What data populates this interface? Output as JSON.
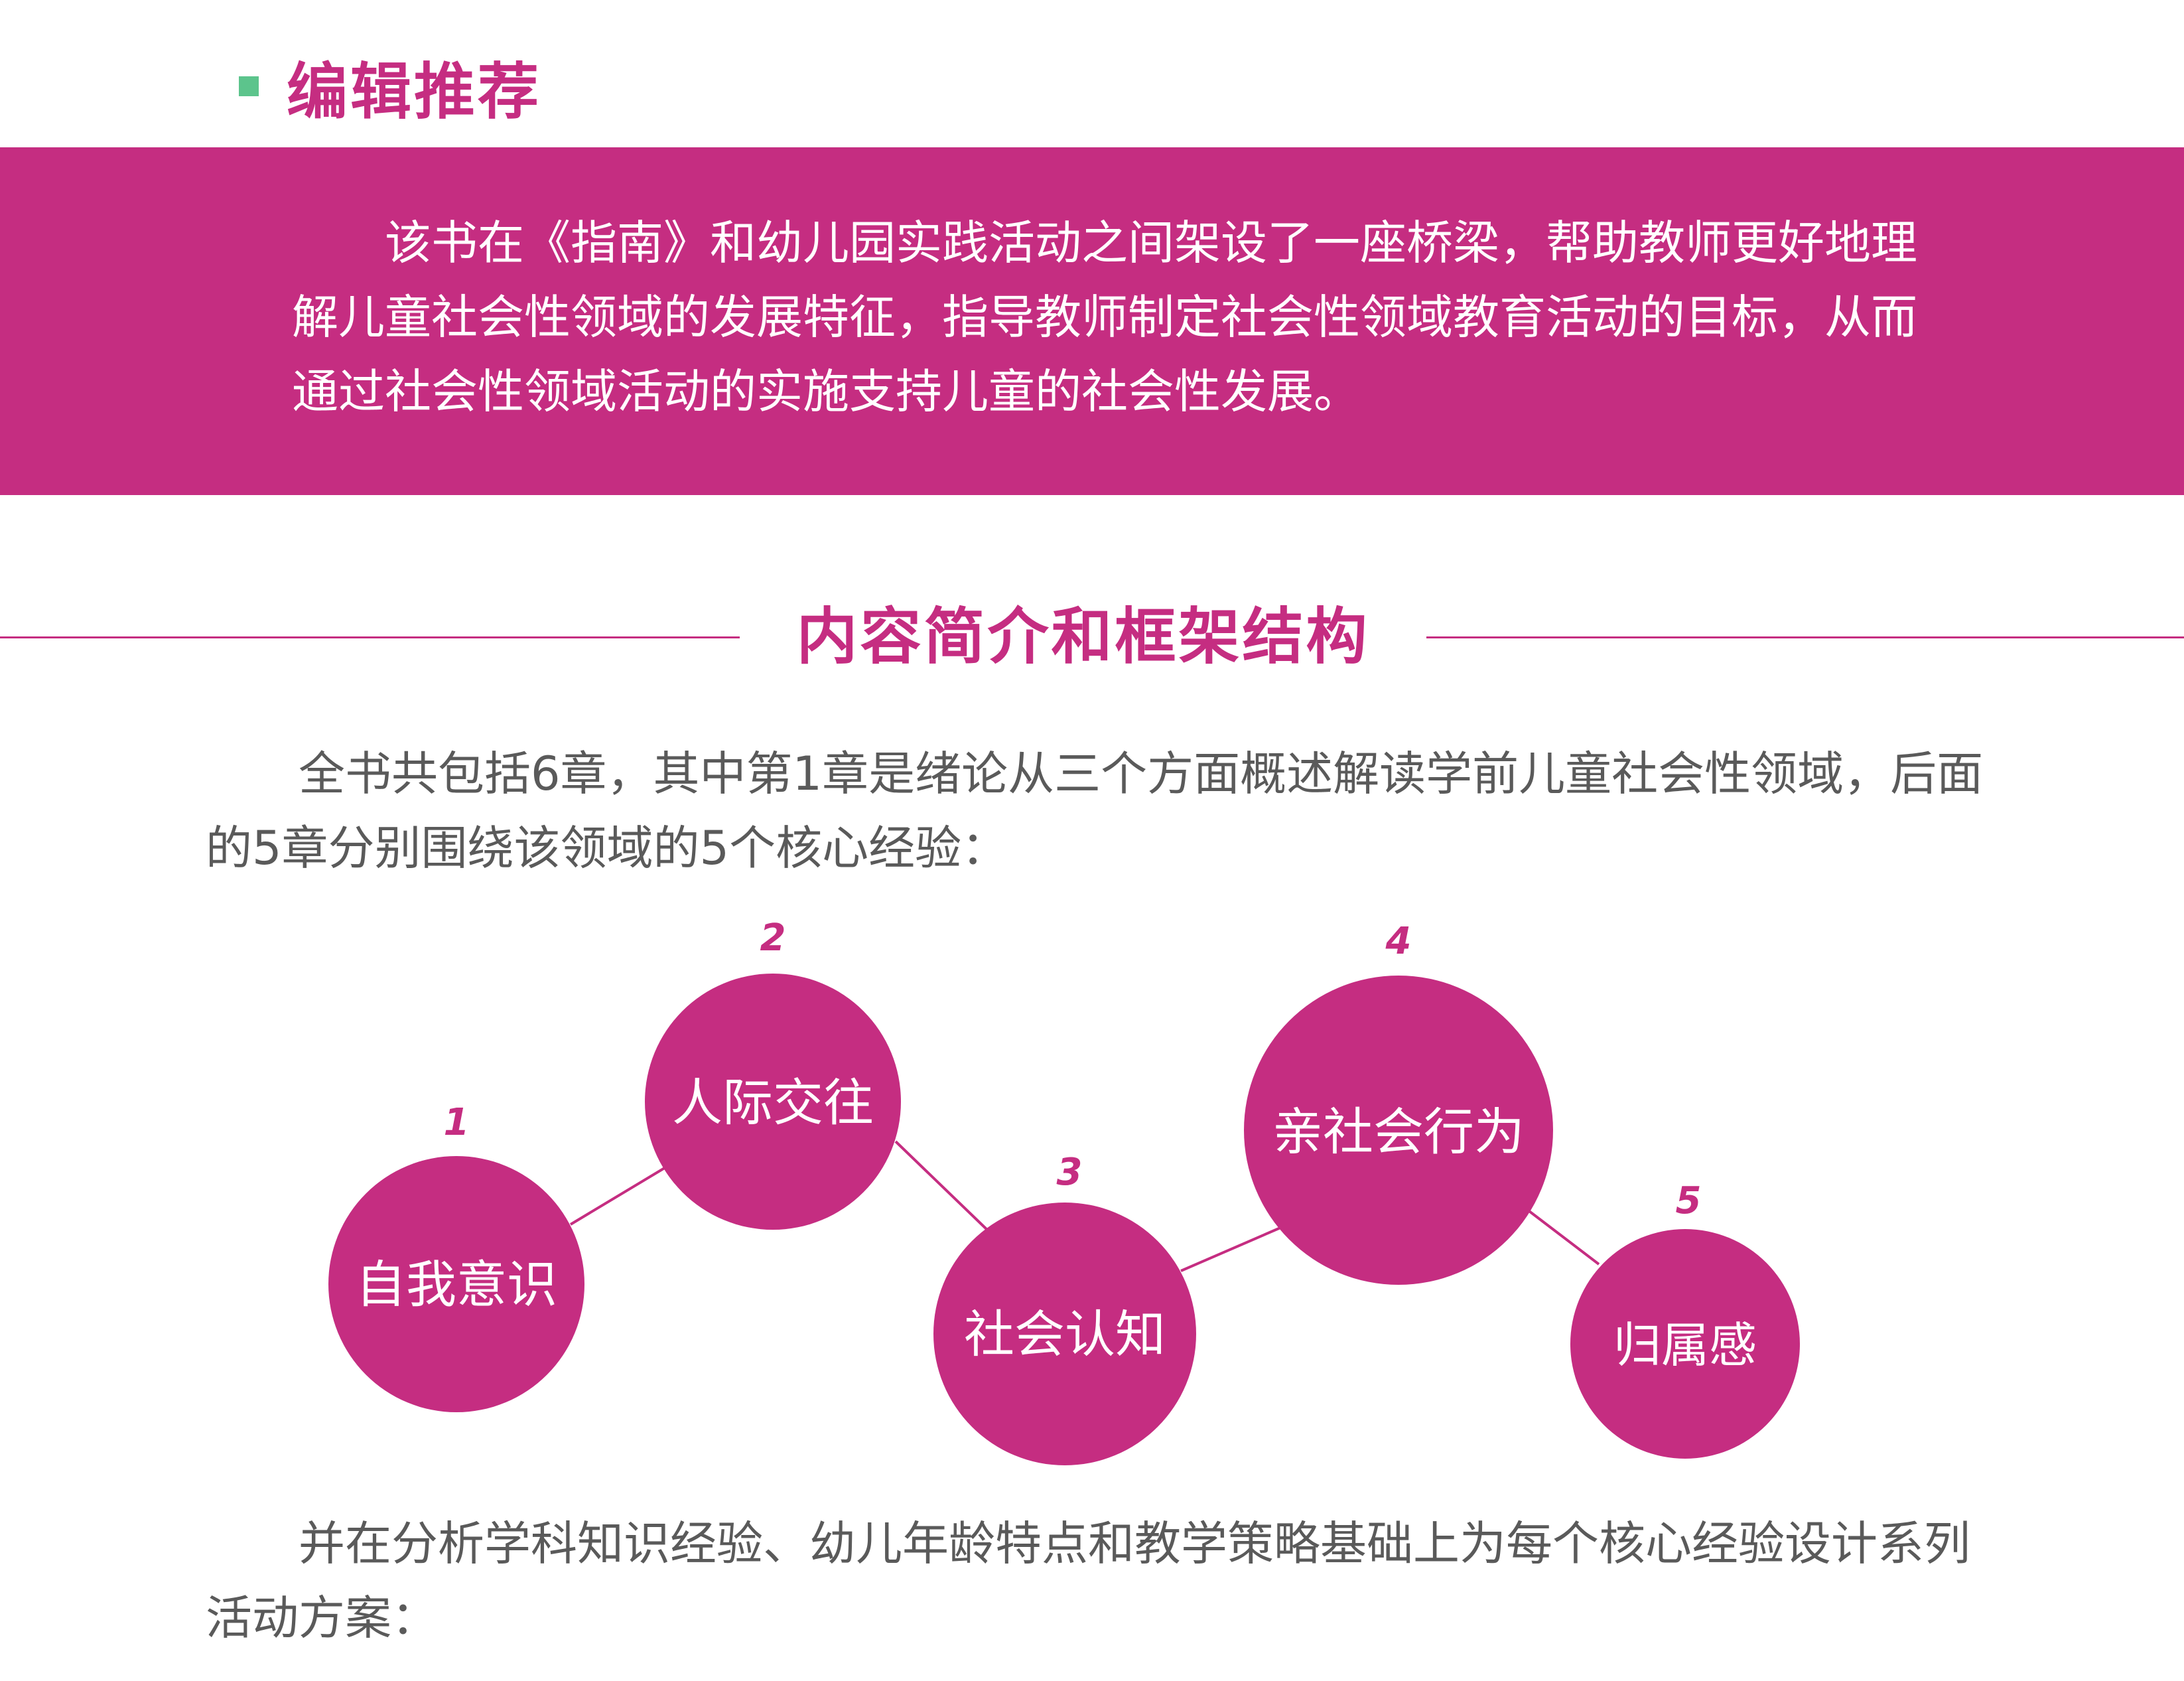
{
  "editor": {
    "title": "编辑推荐",
    "paragraph": "该书在《指南》和幼儿园实践活动之间架设了一座桥梁，帮助教师更好地理解儿童社会性领域的发展特征，指导教师制定社会性领域教育活动的目标，从而通过社会性领域活动的实施支持儿童的社会性发展。"
  },
  "section": {
    "title": "内容简介和框架结构",
    "intro": "全书共包括6章，其中第1章是绪论从三个方面概述解读学前儿童社会性领域，后面的5章分别围绕该领域的5个核心经验：",
    "outro": "并在分析学科知识经验、幼儿年龄特点和教学策略基础上为每个核心经验设计系列活动方案："
  },
  "diagram": {
    "nodes": [
      {
        "number": "1",
        "label": "自我意识"
      },
      {
        "number": "2",
        "label": "人际交往"
      },
      {
        "number": "3",
        "label": "社会认知"
      },
      {
        "number": "4",
        "label": "亲社会行为"
      },
      {
        "number": "5",
        "label": "归属感"
      }
    ]
  },
  "colors": {
    "accent": "#c52d81",
    "green": "#5cc48c",
    "text": "#5a5a5a"
  }
}
